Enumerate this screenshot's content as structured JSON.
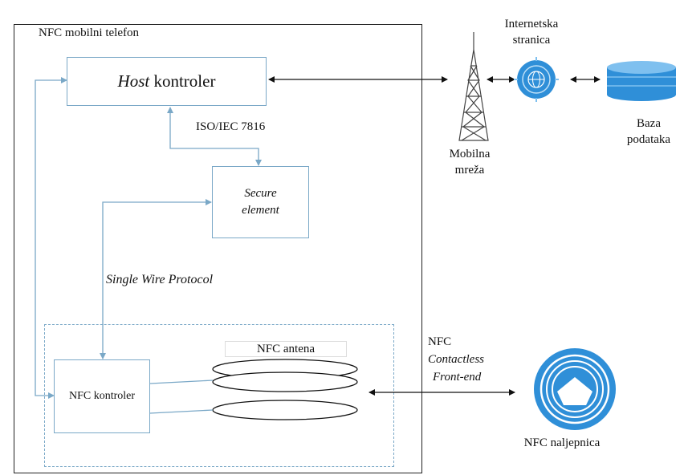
{
  "phone": {
    "title": "NFC mobilni telefon"
  },
  "host_controller": {
    "italic_part": "Host",
    "rest": " kontroler"
  },
  "iso_label": "ISO/IEC 7816",
  "secure_element": {
    "line1": "Secure",
    "line2": "element"
  },
  "swp_label": "Single Wire Protocol",
  "nfc_controller": {
    "label": "NFC kontroler"
  },
  "antenna": {
    "label": "NFC antena"
  },
  "contactless": {
    "line1": "NFC",
    "line2": "Contactless",
    "line3": "Front-end"
  },
  "mobile_network": {
    "line1": "Mobilna",
    "line2": "mreža"
  },
  "website": {
    "line1": "Internetska",
    "line2": "stranica"
  },
  "database": {
    "line1": "Baza",
    "line2": "podataka"
  },
  "nfc_tag": {
    "label": "NFC naljepnica"
  },
  "colors": {
    "connector": "#7aa8c7",
    "arrow": "#111111",
    "icon_blue": "#2f8fd8",
    "icon_light": "#7fc0ef"
  }
}
